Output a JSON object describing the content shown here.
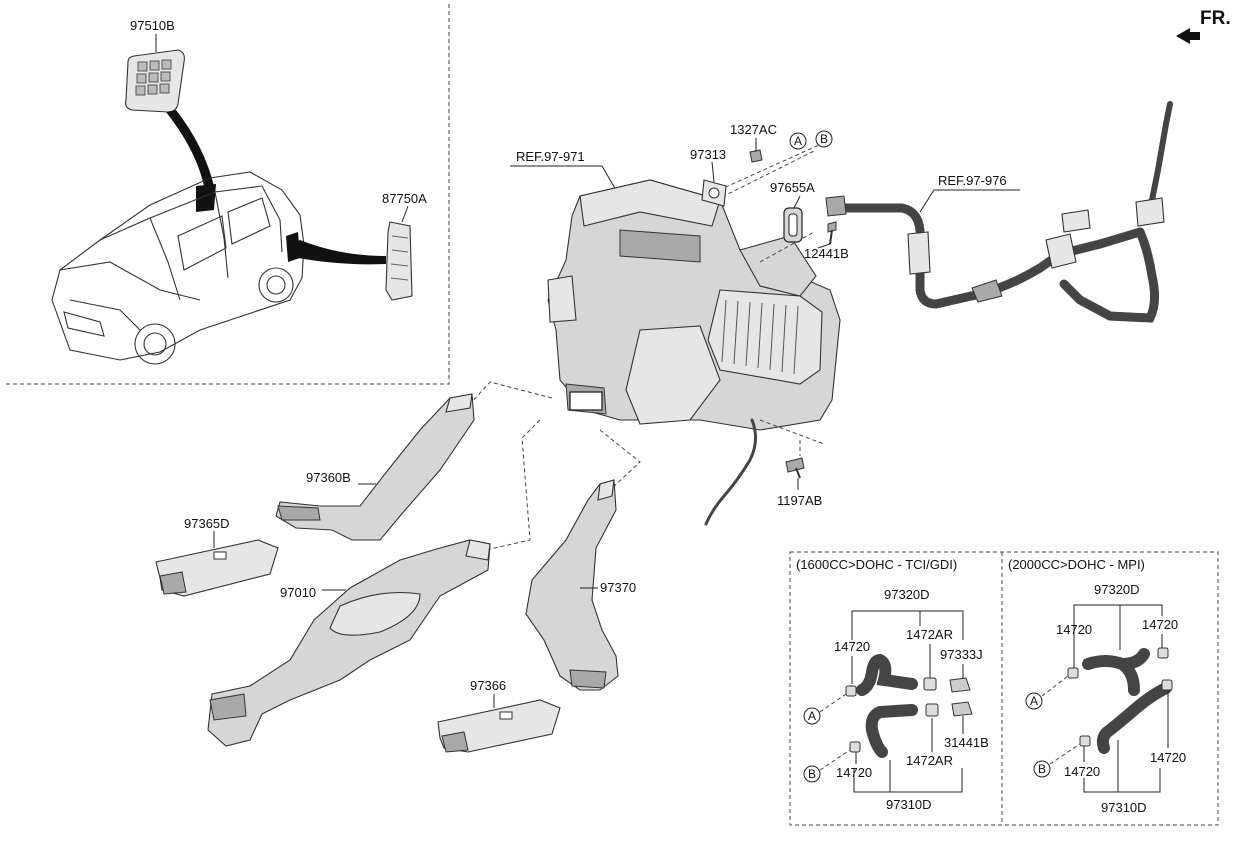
{
  "orientation": {
    "text": "FR."
  },
  "reference_labels": {
    "ref_971": "REF.97-971",
    "ref_976": "REF.97-976"
  },
  "part_labels": {
    "p97510B": "97510B",
    "p87750A": "87750A",
    "p97313": "97313",
    "p1327AC": "1327AC",
    "p97655A": "97655A",
    "p12441B": "12441B",
    "p1197AB": "1197AB",
    "p97360B": "97360B",
    "p97365D": "97365D",
    "p97010": "97010",
    "p97370": "97370",
    "p97366": "97366"
  },
  "callouts": {
    "a": "A",
    "b": "B"
  },
  "inset_1600": {
    "header": "(1600CC>DOHC - TCI/GDI)",
    "p97320D": "97320D",
    "p14720_top": "14720",
    "p1472AR_top": "1472AR",
    "p97333J": "97333J",
    "p31441B": "31441B",
    "p14720_bottom": "14720",
    "p1472AR_bottom": "1472AR",
    "p97310D": "97310D"
  },
  "inset_2000": {
    "header": "(2000CC>DOHC - MPI)",
    "p97320D": "97320D",
    "p14720_top_left": "14720",
    "p14720_top_right": "14720",
    "p14720_bottom_left": "14720",
    "p14720_bottom_right": "14720",
    "p97310D": "97310D"
  },
  "colors": {
    "line": "#222222",
    "part_fill": "#d6d6d6",
    "dark_fill": "#a9a9a9",
    "background": "#ffffff"
  }
}
